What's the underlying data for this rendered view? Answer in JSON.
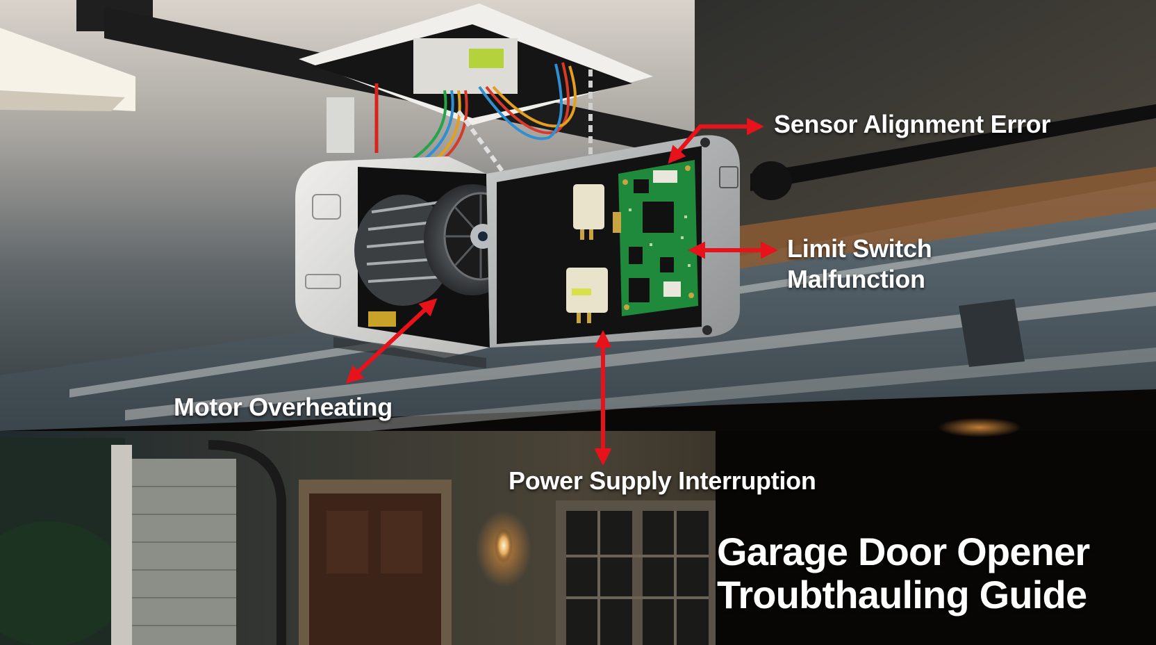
{
  "title": {
    "line1": "Garage Door Opener",
    "line2": "Troubthauling Guide"
  },
  "callouts": [
    {
      "id": "sensor",
      "label": "Sensor Alignment Error",
      "target": "circuit-board-top"
    },
    {
      "id": "limit",
      "label_line1": "Limit Switch",
      "label_line2": "Malfunction",
      "target": "circuit-board-side"
    },
    {
      "id": "motor",
      "label": "Motor Overheating",
      "target": "motor"
    },
    {
      "id": "power",
      "label": "Power Supply Interruption",
      "target": "power-connector"
    }
  ],
  "colors": {
    "arrow": "#e8121a",
    "label_text": "#ffffff",
    "pcb_green": "#1f8a3c",
    "housing": "#d9d9d6"
  }
}
